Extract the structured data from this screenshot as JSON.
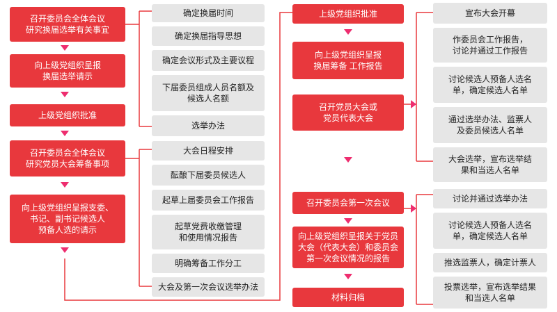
{
  "left_column": [
    "召开委员会全体会议\n研究换届选举有关事宜",
    "向上级党组织呈报\n换届选举请示",
    "上级党组织批准",
    "召开委员会全体会议\n研究党员大会筹备事项",
    "向上级党组织呈报支委、\n书记、副书记候选人\n预备人选的请示"
  ],
  "mid_gray_top": [
    "确定换届时间",
    "确定换届指导思想",
    "确定会议形式及主要议程",
    "下届委员组成人员名额及\n候选人名额",
    "选举办法"
  ],
  "mid_gray_bottom": [
    "大会日程安排",
    "酝酿下届委员候选人",
    "起草上届委员会工作报告",
    "起草党费收缴管理\n和使用情况报告",
    "明确筹备工作分工",
    "大会及第一次会议选举办法"
  ],
  "right_red_top": [
    "上级党组织批准",
    "向上级党组织呈报\n换届筹备 工作报告",
    "召开党员大会或\n党员代表大会"
  ],
  "right_red_bottom": [
    "召开委员会第一次会议",
    "向上级党组织呈报关于党员\n大会（代表大会）和委员会\n第一次会议情况的报告",
    "材料归档"
  ],
  "far_gray_top": [
    "宣布大会开幕",
    "作委员会工作报告，\n讨论并通过工作报告",
    "讨论候选人预备人选名\n单，确定候选人名单",
    "通过选举办法、监票人\n及委员候选人名单",
    "大会选举，宣布选举结\n果和当选人名单"
  ],
  "far_gray_bottom": [
    "讨论并通过选举办法",
    "讨论候选人预备人选名\n单，确定候选人名单",
    "推选监票人，确定计票人",
    "投票选举，宣布选举结果\n和当选人名单"
  ],
  "colors": {
    "red": "#e8383d",
    "gray": "#e6e6e6",
    "arrow": "#ee2d6f"
  }
}
